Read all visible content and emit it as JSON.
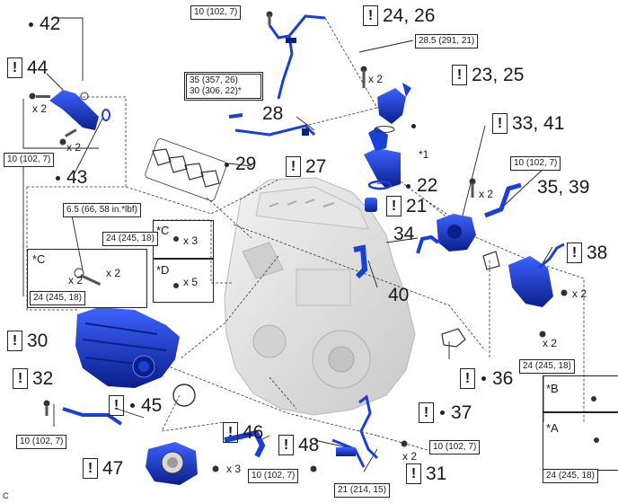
{
  "callouts": {
    "c42": "42",
    "c44": "44",
    "c43": "43",
    "c24_26": "24, 26",
    "c23_25": "23, 25",
    "c28": "28",
    "c27": "27",
    "c29": "29",
    "c22": "22",
    "c21": "21",
    "c33_41": "33, 41",
    "c35_39": "35, 39",
    "c34": "34",
    "c38": "38",
    "c40": "40",
    "c30": "30",
    "c32": "32",
    "c45": "45",
    "c36": "36",
    "c37": "37",
    "c46": "46",
    "c48": "48",
    "c47": "47",
    "c31": "31",
    "bang": "!"
  },
  "torques": {
    "t_10_top": "10 (102, 7)",
    "t_28_5": "28.5 (291, 21)",
    "t_35": "35 (357, 26)",
    "t_30": "30 (306, 22)*",
    "t_10_left": "10 (102, 7)",
    "t_6_5": "6.5 (66, 58 in.*lbf)",
    "t_24_mid": "24 (245, 18)",
    "t_24_left": "24 (245, 18)",
    "t_10_right": "10 (102, 7)",
    "t_24_right": "24 (245, 18)",
    "t_24_legend": "24 (245, 18)",
    "t_10_bl": "10 (102, 7)",
    "t_10_bottom1": "10 (102, 7)",
    "t_10_bottom2": "10 (102, 7)",
    "t_21": "21 (214, 15)"
  },
  "qty": {
    "x2": "x 2",
    "x3": "x 3",
    "x5": "x 5"
  },
  "markers": {
    "c_star": "*C",
    "d_star": "*D",
    "a_star": "*A",
    "b_star": "*B",
    "one_star": "*1",
    "corner": "C"
  },
  "colors": {
    "part_blue": "#1a3fd6",
    "part_dark": "#0b1f8a",
    "engine_gray": "#d9d9d9"
  }
}
